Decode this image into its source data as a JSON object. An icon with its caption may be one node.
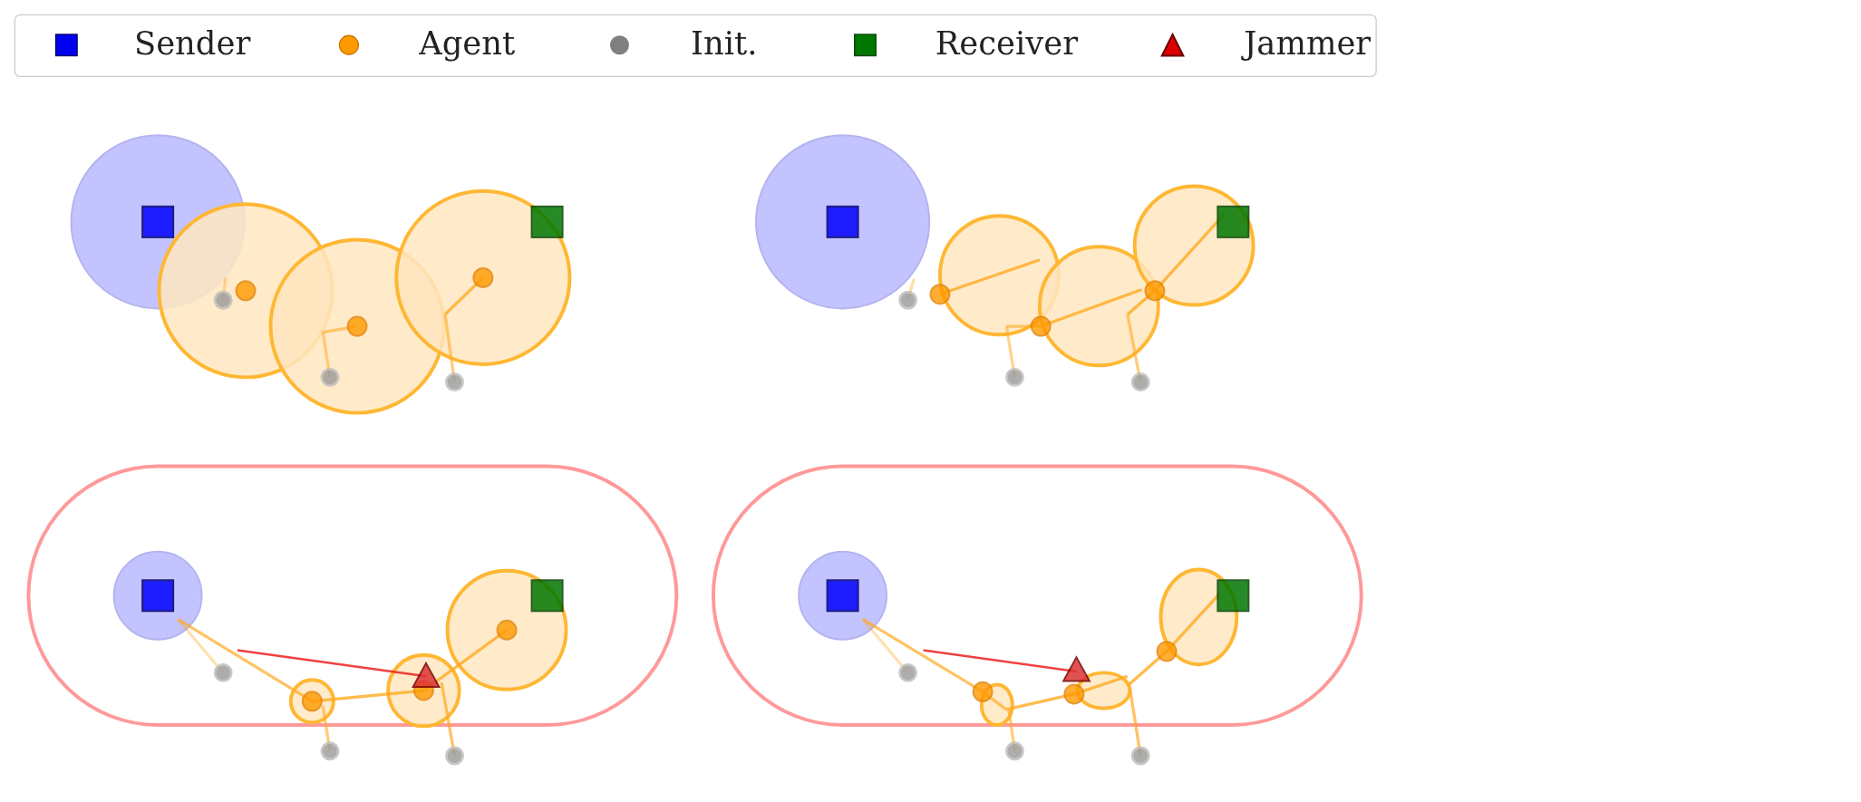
{
  "diagram": {
    "legend": [
      {
        "text": "Sender"
      },
      {
        "text": "Agent"
      },
      {
        "text": "Init."
      },
      {
        "text": "Receiver"
      },
      {
        "text": "Jammer"
      }
    ]
  }
}
